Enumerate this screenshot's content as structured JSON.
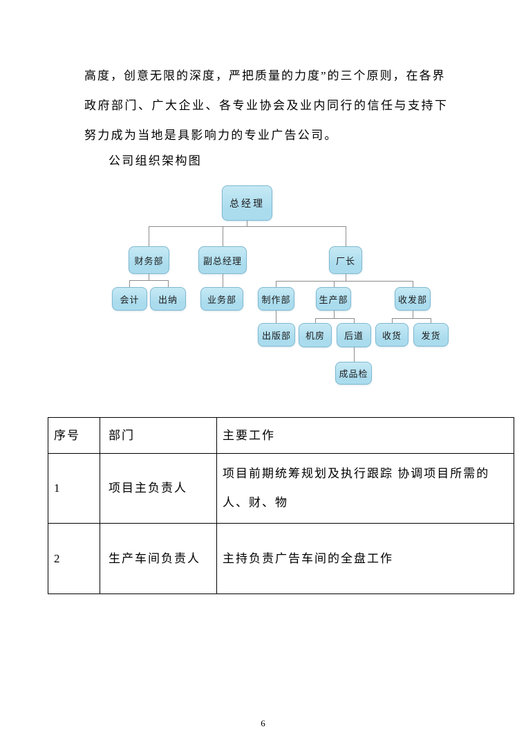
{
  "paragraph": {
    "line1": "高度，创意无限的深度，严把质量的力度”的三个原则，在各界",
    "line2": "政府部门、广大企业、各专业协会及业内同行的信任与支持下",
    "line3": "努力成为当地是具影响力的专业广告公司。"
  },
  "heading": "公司组织架构图",
  "org_chart": {
    "colors": {
      "box_fill": "#aadcee",
      "box_fill_top": "#c6e9f4",
      "box_border": "#7fb9d2",
      "line_color": "#8c8c8c"
    },
    "nodes": [
      {
        "label": "总经理"
      },
      {
        "label": "财务部"
      },
      {
        "label": "副总经理"
      },
      {
        "label": "厂长"
      },
      {
        "label": "会计"
      },
      {
        "label": "出纳"
      },
      {
        "label": "业务部"
      },
      {
        "label": "制作部"
      },
      {
        "label": "生产部"
      },
      {
        "label": "收发部"
      },
      {
        "label": "出版部"
      },
      {
        "label": "机房"
      },
      {
        "label": "后道"
      },
      {
        "label": "收货"
      },
      {
        "label": "发货"
      },
      {
        "label": "成品检"
      }
    ]
  },
  "table": {
    "headers": {
      "no": "序号",
      "dept": "部门",
      "work": "主要工作"
    },
    "rows": [
      {
        "no": "1",
        "dept": "项目主负责人",
        "work": "项目前期统筹规划及执行跟踪 协调项目所需的人、财、物"
      },
      {
        "no": "2",
        "dept": "生产车间负责人",
        "work": "主持负责广告车间的全盘工作"
      }
    ]
  },
  "page_number": "6"
}
